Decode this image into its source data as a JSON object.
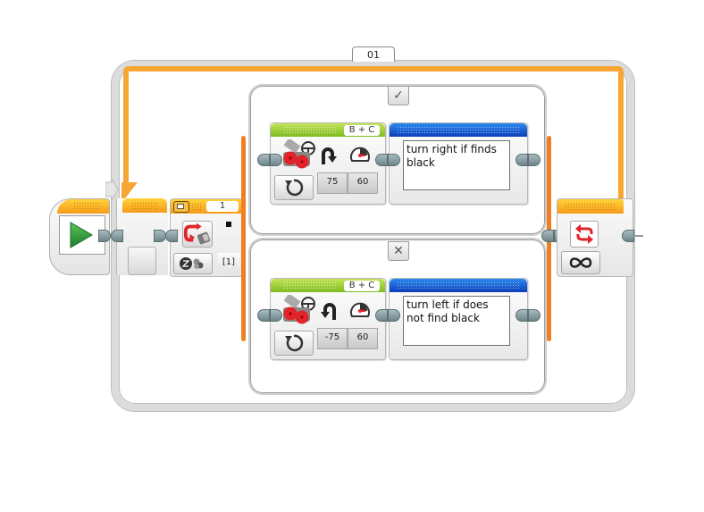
{
  "program": {
    "start_block": {
      "icon": "play-icon"
    },
    "loop": {
      "name": "01",
      "mode": "unlimited",
      "mode_icon": "infinity-icon",
      "end_icon": "loop-arrows-icon"
    },
    "switch": {
      "header_value": "1",
      "sensor_icon": "color-sensor-icon",
      "mode_icon": "color-mode-icon",
      "port_label": "[1]",
      "cases": [
        {
          "tab_icon": "checkmark-icon",
          "tab_label": "✓",
          "steering": {
            "ports": "B + C",
            "mode_icon": "on-rotations-icon",
            "steering": "75",
            "power": "60"
          },
          "comment": "turn right if finds black"
        },
        {
          "tab_icon": "cross-icon",
          "tab_label": "✕",
          "steering": {
            "ports": "B + C",
            "mode_icon": "on-rotations-icon",
            "steering": "-75",
            "power": "60"
          },
          "comment": "turn left if does not find black"
        }
      ]
    }
  },
  "colors": {
    "loop_wire": "#f7a533",
    "switch_bar": "#ef7f22",
    "steering_header": "#8cc63f",
    "comment_header": "#1560d8",
    "start_arrow": "#2e9e3e",
    "icon_red": "#e0242a"
  }
}
